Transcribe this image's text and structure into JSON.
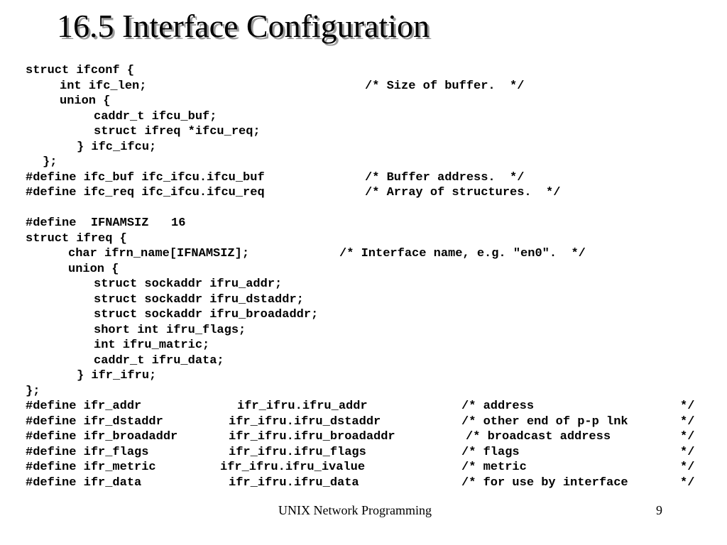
{
  "title": "16.5 Interface Configuration",
  "code": {
    "l01": "struct ifconf {",
    "l02a": "int ifc_len;",
    "l02c": "/* Size of buffer.  */",
    "l03": "union {",
    "l04": "caddr_t ifcu_buf;",
    "l05": "struct ifreq *ifcu_req;",
    "l06": "} ifc_ifcu;",
    "l07": "};",
    "l08a": "#define ifc_buf ifc_ifcu.ifcu_buf",
    "l08c": "/* Buffer address.  */",
    "l09a": "#define ifc_req ifc_ifcu.ifcu_req",
    "l09c": "/* Array of structures.  */",
    "l10a": "#define  IFNAMSIZ",
    "l10b": "16",
    "l11": "struct ifreq {",
    "l12a": "char ifrn_name[IFNAMSIZ];",
    "l12c": "/* Interface name, e.g. \"en0\".  */",
    "l13": "union {",
    "l14": "struct sockaddr ifru_addr;",
    "l15": "struct sockaddr ifru_dstaddr;",
    "l16": "struct sockaddr ifru_broadaddr;",
    "l17": "short int ifru_flags;",
    "l18": "int ifru_matric;",
    "l19": "caddr_t ifru_data;",
    "l20": "} ifr_ifru;",
    "l21": "};",
    "defines": [
      {
        "name": "#define ifr_addr",
        "value": "ifr_ifru.ifru_addr",
        "comment": "/* address",
        "end": "*/"
      },
      {
        "name": "#define ifr_dstaddr",
        "value": "ifr_ifru.ifru_dstaddr",
        "comment": "/* other end of p-p lnk",
        "end": "*/"
      },
      {
        "name": "#define ifr_broadaddr",
        "value": "ifr_ifru.ifru_broadaddr",
        "comment": "/* broadcast address",
        "end": "*/"
      },
      {
        "name": "#define ifr_flags",
        "value": "ifr_ifru.ifru_flags",
        "comment": "/* flags",
        "end": "*/"
      },
      {
        "name": "#define ifr_metric",
        "value": "ifr_ifru.ifru_ivalue",
        "comment": "/* metric",
        "end": "*/"
      },
      {
        "name": "#define ifr_data",
        "value": "ifr_ifru.ifru_data",
        "comment": "/* for use by interface",
        "end": "*/"
      }
    ]
  },
  "footer": {
    "text": "UNIX Network Programming",
    "page": "9"
  }
}
